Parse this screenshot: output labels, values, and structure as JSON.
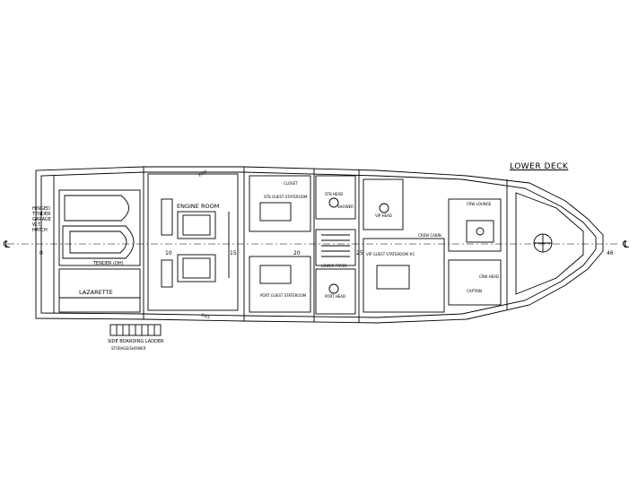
{
  "title": "LOWER DECK",
  "centerline_symbol": "℄",
  "stations": {
    "s0": "0",
    "s10": "10",
    "s15": "15",
    "s20": "20",
    "s25": "25",
    "s46": "46"
  },
  "labels": {
    "hinged_tender_garage": [
      "HINGED",
      "TENDER",
      "GARAGE",
      "W.T.",
      "HATCH"
    ],
    "tender": "TENDER (OH)",
    "lazarette": "LAZARETTE",
    "engine_room": "ENGINE ROOM",
    "exit_top": "EXIT",
    "exit_bottom": "EXIT",
    "stbd_guest": "STB GUEST STATEROOM",
    "port_guest": "PORT GUEST STATEROOM",
    "stbd_head": "STB HEAD",
    "port_head": "PORT HEAD",
    "lower_foyer": "LOWER FOYER",
    "vip_guest": "VIP GUEST STATEROOM #1",
    "vip_head": "VIP HEAD",
    "crew_cabin": "CREW CABIN",
    "captain": "CAPTAIN",
    "crew_head": "CRW HEAD",
    "crew_lounge": "CRW LOUNGE",
    "closet": "CLOSET",
    "shower": "SHOWER",
    "boarding_ladder": "SIDE BOARDING LADDER",
    "ladder_note": "STORAGE/SHOWER"
  }
}
